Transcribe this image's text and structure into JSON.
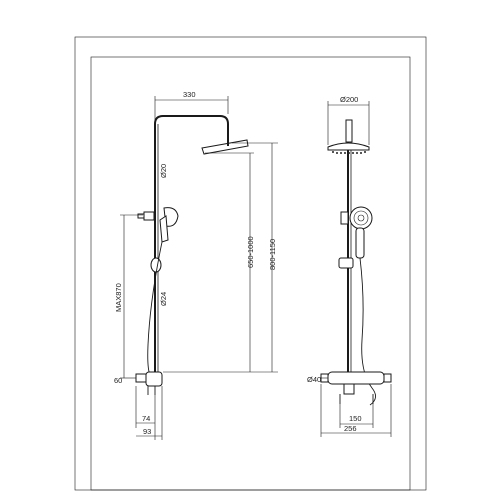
{
  "drawing": {
    "side_view": {
      "arm_length": "330",
      "riser_diameter_upper": "Ø20",
      "riser_diameter_lower": "Ø24",
      "height_range_outer": "800-1150",
      "height_range_inner": "650-1000",
      "max_hand_height": "MAX870",
      "wall_offset": "60",
      "spout_reach": "74",
      "total_depth": "93"
    },
    "front_view": {
      "head_diameter": "Ø200",
      "inlet_diameter": "Ø40",
      "center_distance": "150",
      "mixer_width": "256"
    }
  }
}
